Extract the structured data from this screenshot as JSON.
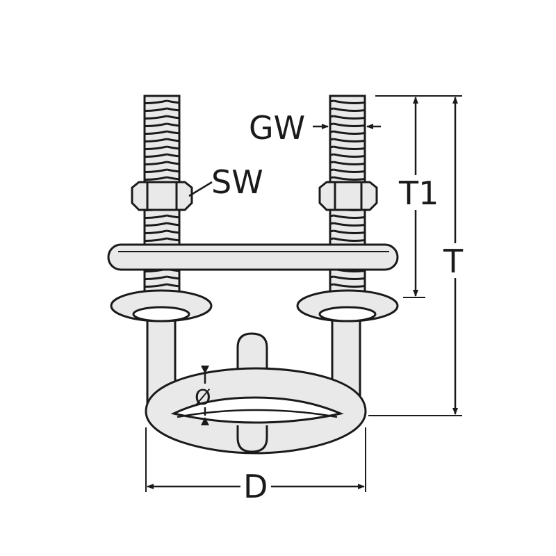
{
  "labels": {
    "gw": "GW",
    "sw": "SW",
    "t1": "T1",
    "t": "T",
    "diameter": "Ø",
    "d": "D"
  },
  "colors": {
    "stroke": "#1a1a1a",
    "part_fill": "#e9e9e9",
    "background": "#ffffff"
  }
}
